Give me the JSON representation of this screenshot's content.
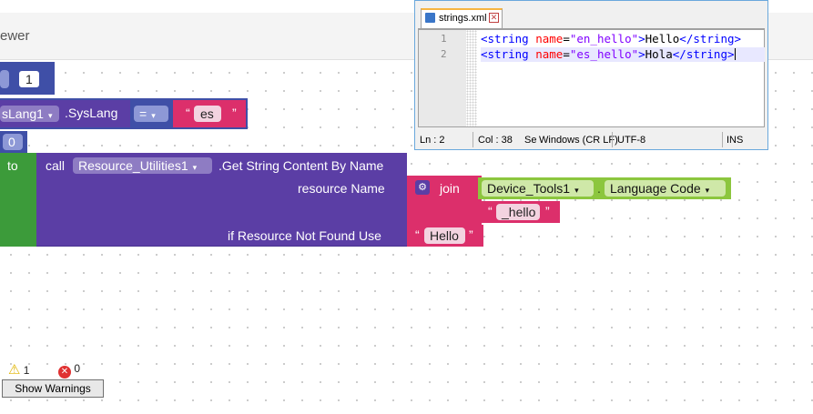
{
  "viewer": {
    "title_fragment": "ewer"
  },
  "notepad": {
    "tab_label": "strings.xml",
    "lines": [
      {
        "num": "1",
        "tag_open": "<string ",
        "attr": "name",
        "eq": "=",
        "value": "\"en_hello\"",
        "close": ">",
        "text": "Hello",
        "end_tag": "</string>"
      },
      {
        "num": "2",
        "tag_open": "<string ",
        "attr": "name",
        "eq": "=",
        "value": "\"es_hello\"",
        "close": ">",
        "text": "Hola",
        "end_tag": "</string>"
      }
    ],
    "status": {
      "ln": "Ln : 2",
      "col": "Col : 38",
      "sel": "Se",
      "eol": "Windows (CR LF)",
      "encoding": "UTF-8",
      "mode": "INS"
    }
  },
  "blocks": {
    "num_one": "1",
    "syslang_component": "sLang1",
    "syslang_property": ".SysLang",
    "eq_op": "=",
    "es_string": "es",
    "num_zero": "0",
    "to_label": "to",
    "call_label": "call",
    "component": "Resource_Utilities1",
    "method": ".Get String Content By Name",
    "resource_name_label": "resource Name",
    "join_label": "join",
    "device_component": "Device_Tools1",
    "dot": ".",
    "language_code": "Language Code",
    "hello_suffix": "_hello",
    "not_found_label": "if Resource Not Found Use",
    "hello_default": "Hello",
    "quote_open": "“",
    "quote_close": "”"
  },
  "warnings": {
    "warning_count": "1",
    "error_count": "0",
    "show_button": "Show Warnings"
  },
  "colors": {
    "purple": "#5b3ea5",
    "indigo": "#3f4fa7",
    "magenta": "#dc2f6b",
    "green": "#8cc63e",
    "control_green": "#3c9b3a"
  }
}
